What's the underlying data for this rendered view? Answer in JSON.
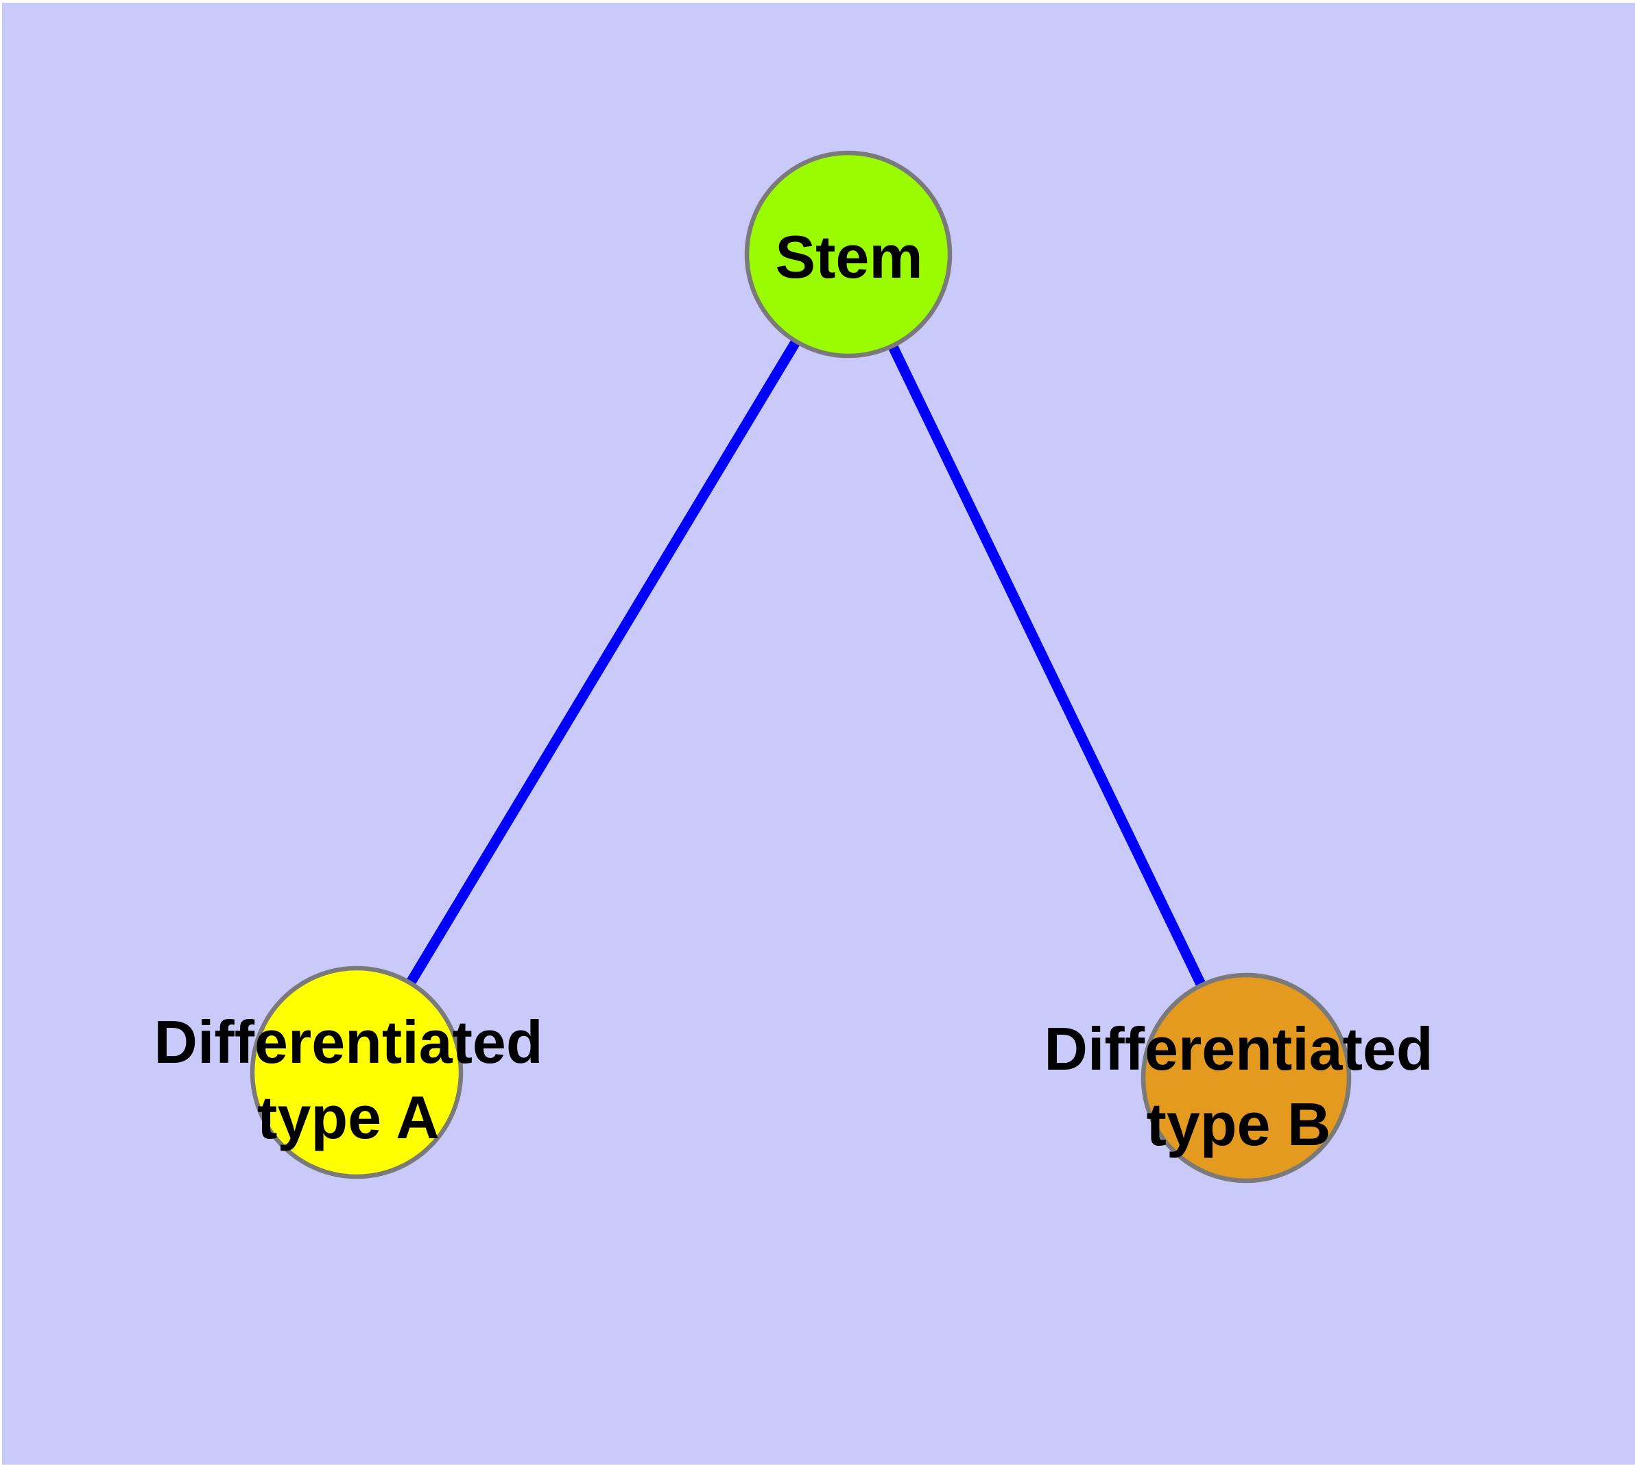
{
  "colors": {
    "background": "#CACAFA",
    "page_margin": "#FFFFFF",
    "edge": "#0000FB",
    "node_border": "#7A7A7A",
    "label_text": "#000000"
  },
  "nodes": [
    {
      "id": "stem",
      "label": "Stem",
      "line1": "Stem",
      "color": "#9BFB00"
    },
    {
      "id": "differentiated-type-a",
      "label": "Differentiated type A",
      "line1": "Differentiated",
      "line2": "type A",
      "color": "#FFFF00"
    },
    {
      "id": "differentiated-type-b",
      "label": "Differentiated type B",
      "line1": "Differentiated",
      "line2": "type B",
      "color": "#E39A1F"
    }
  ],
  "edges": [
    {
      "from": "Stem",
      "to": "Differentiated type A"
    },
    {
      "from": "Stem",
      "to": "Differentiated type B"
    }
  ]
}
